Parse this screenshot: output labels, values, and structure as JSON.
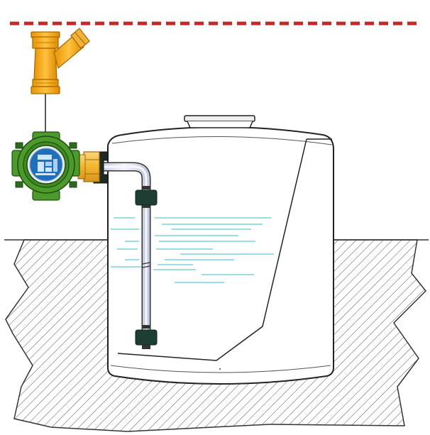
{
  "diagram": {
    "components": [
      {
        "id": "strainer",
        "icon": "y-strainer-icon"
      },
      {
        "id": "sensor_housing",
        "icon": "explosion-proof-enclosure-icon"
      },
      {
        "id": "tank",
        "icon": "storage-tank-icon"
      },
      {
        "id": "float_probe",
        "icon": "float-level-probe-icon"
      },
      {
        "id": "ground",
        "icon": "hatched-ground-icon"
      },
      {
        "id": "reference_line",
        "icon": "dashed-line-icon"
      }
    ],
    "colors": {
      "strainer_orange": "#f6ab10",
      "enclosure_green": "#4c9a2a",
      "enclosure_dark": "#2b6a1c",
      "display_blue": "#1f6fbf",
      "fitting_gold": "#f5c146",
      "dash_red": "#c62828",
      "float_dark": "#1d3e33",
      "liquid_cyan": "#5fc7d6",
      "probe_tube": "#dfe3f2",
      "ground_hatch": "#555555"
    }
  }
}
